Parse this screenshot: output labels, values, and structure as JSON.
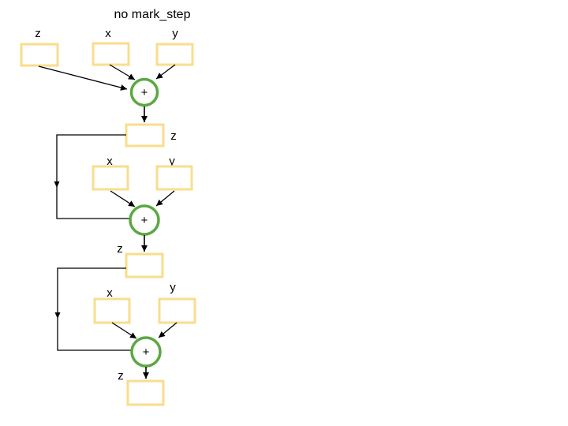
{
  "title": "no mark_step",
  "colors": {
    "background": "#FFFFFF",
    "box_stroke": "#F8DE8C",
    "box_fill": "#FFFFFF",
    "op_stroke": "#5BA843",
    "op_fill": "#FFFFFF",
    "edge": "#000000",
    "text": "#000000"
  },
  "stages": {
    "stage1": {
      "input_z": "z",
      "input_x": "x",
      "input_y": "y",
      "op": "+",
      "output": "z"
    },
    "stage2": {
      "input_x": "x",
      "input_y": "y",
      "op": "+",
      "output": "z"
    },
    "stage3": {
      "input_x": "x",
      "input_y": "y",
      "op": "+",
      "output": "z"
    }
  }
}
